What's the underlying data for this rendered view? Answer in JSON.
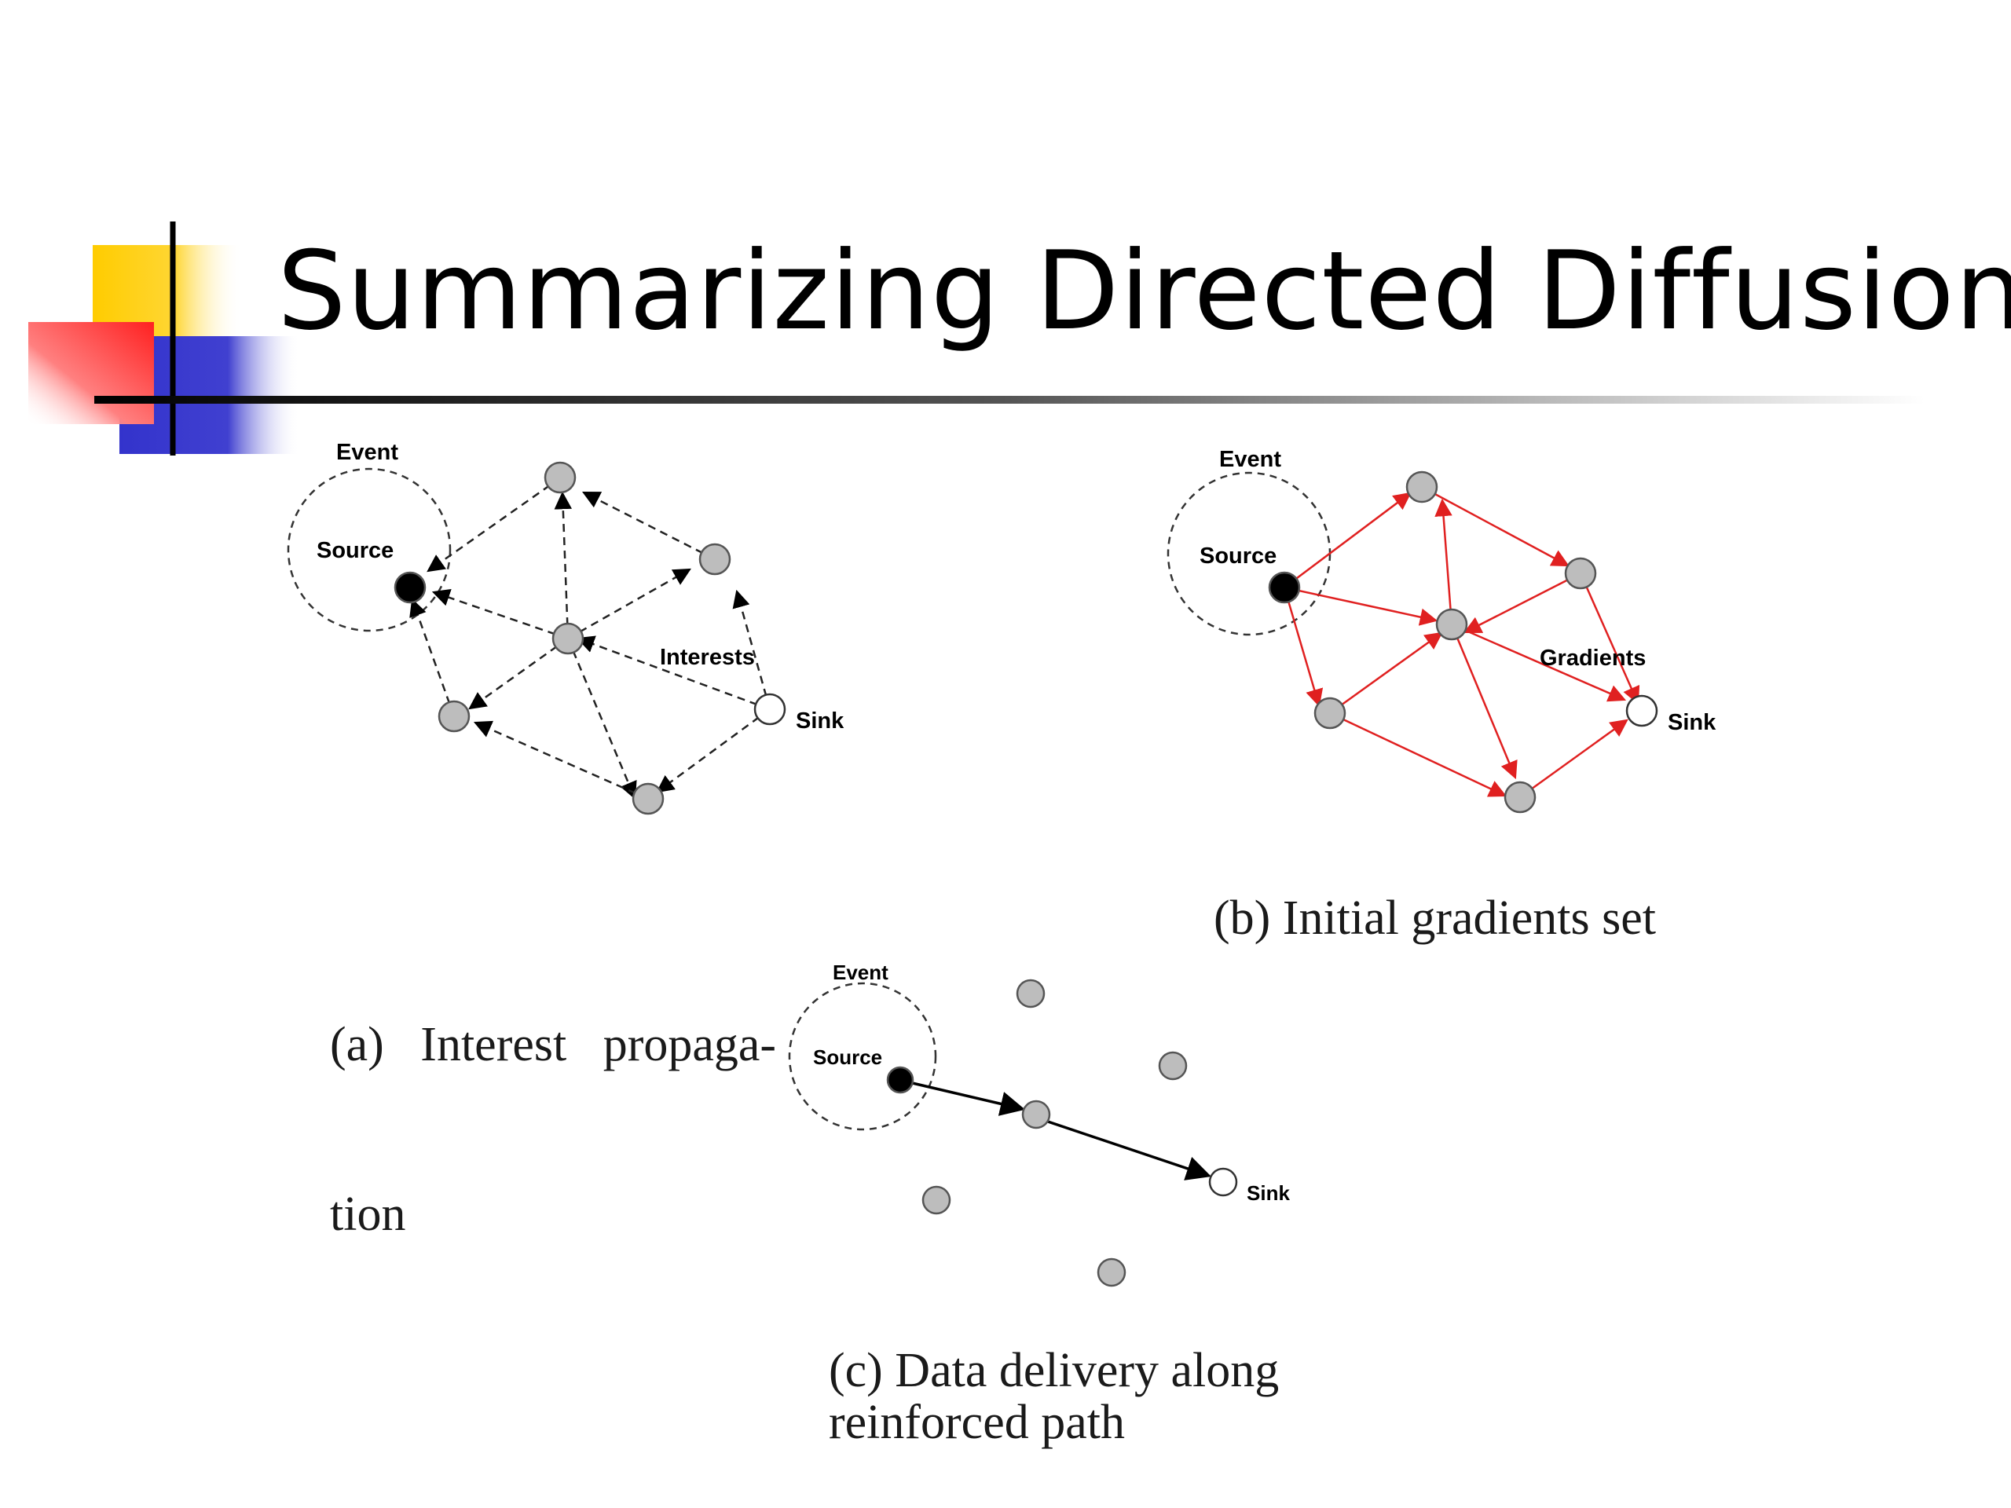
{
  "slide": {
    "title": "Summarizing Directed Diffusion"
  },
  "diagram_a": {
    "labels": {
      "event": "Event",
      "source": "Source",
      "interests": "Interests",
      "sink": "Sink"
    },
    "caption_line1": "(a)   Interest   propaga-",
    "caption_line2": "tion"
  },
  "diagram_b": {
    "labels": {
      "event": "Event",
      "source": "Source",
      "gradients": "Gradients",
      "sink": "Sink"
    },
    "caption": "(b) Initial gradients set",
    "arrow_color": "#e02020"
  },
  "diagram_c": {
    "labels": {
      "event": "Event",
      "source": "Source",
      "sink": "Sink"
    },
    "caption_line1": "(c) Data delivery along",
    "caption_line2": "reinforced path"
  },
  "colors": {
    "node_fill": "#bdbdbd",
    "source_fill": "#000000",
    "sink_fill": "#ffffff",
    "accent_yellow": "#ffcc00",
    "accent_red": "#ff3030",
    "accent_blue": "#3333cc"
  }
}
